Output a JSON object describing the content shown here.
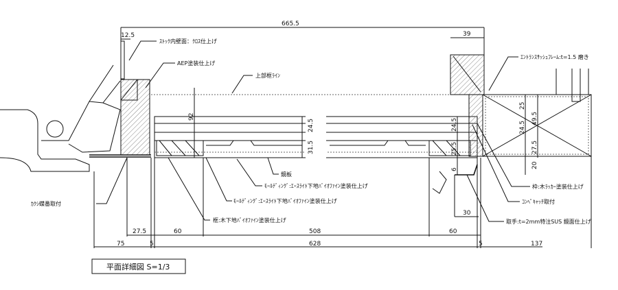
{
  "title": "平面詳細図 S=1/3",
  "labels": {
    "stock_wall": "ｽﾄｯｸ内壁面：ｸﾛｽ仕上げ",
    "aep": "AEP塗装仕上げ",
    "top_frame_line": "上部框ﾗｲﾝ",
    "panel": "鏡板",
    "molding1": "ﾓｰﾙﾃﾞｨﾝｸﾞ:ｴｰｽﾗｲﾄ下地ﾊﾞｲｵﾌｧｲﾝ塗装仕上げ",
    "molding2": "ﾓｰﾙﾃﾞｨﾝｸﾞ:ｴｰｽﾗｲﾄ下地ﾊﾞｲｵﾌｧｲﾝ塗装仕上げ",
    "stile": "框:木下地ﾊﾞｲｵﾌｧｲﾝ塗装仕上げ",
    "hinge": "ｶｸｼ蝶番取付",
    "sash_frame": "ｴﾝﾄﾗﾝｽｻｯｼｭﾌﾚｰﾑ:t=1.5 磨き",
    "frame": "枠:木ﾗｯｶｰ塗装仕上げ",
    "catch": "ｺﾝﾍﾟｷｬｯﾁ取付",
    "handle": "取手:t=2mm特注SUS 鏡面仕上げ"
  },
  "dims": {
    "overall": "665.5",
    "d12_5": "12.5",
    "d39": "39",
    "d92": "92",
    "d24_5a": "24.5",
    "d31_5": "31.5",
    "d24_5b": "24.5",
    "d25_5": "25.5",
    "d6": "6",
    "d25": "25",
    "d49_5": "49.5",
    "d24_5c": "24.5",
    "d27_5r": "27.5",
    "d20": "20",
    "d30": "30",
    "d27_5": "27.5",
    "d60a": "60",
    "d508": "508",
    "d60b": "60",
    "d75": "75",
    "d5a": "5",
    "d628": "628",
    "d5b": "5",
    "d137": "137"
  }
}
